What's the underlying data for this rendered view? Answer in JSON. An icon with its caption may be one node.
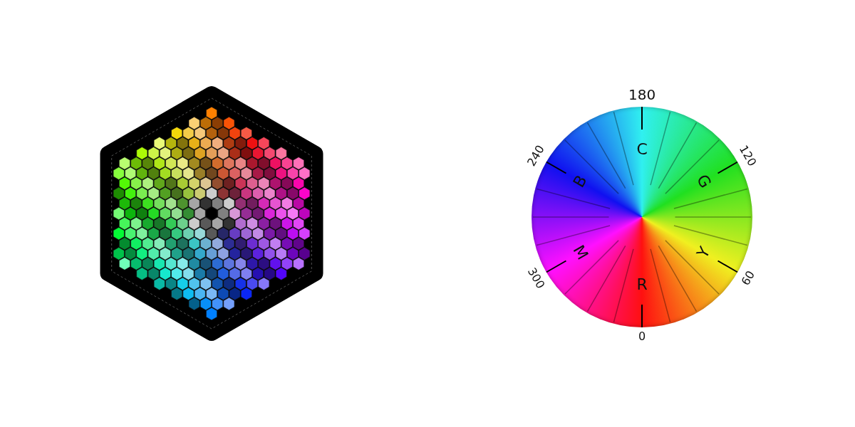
{
  "diagram": {
    "labels": [
      "180",
      "C",
      "120",
      "240",
      "B",
      "G",
      "M",
      "Y",
      "300",
      "R",
      "60",
      "0"
    ]
  }
}
